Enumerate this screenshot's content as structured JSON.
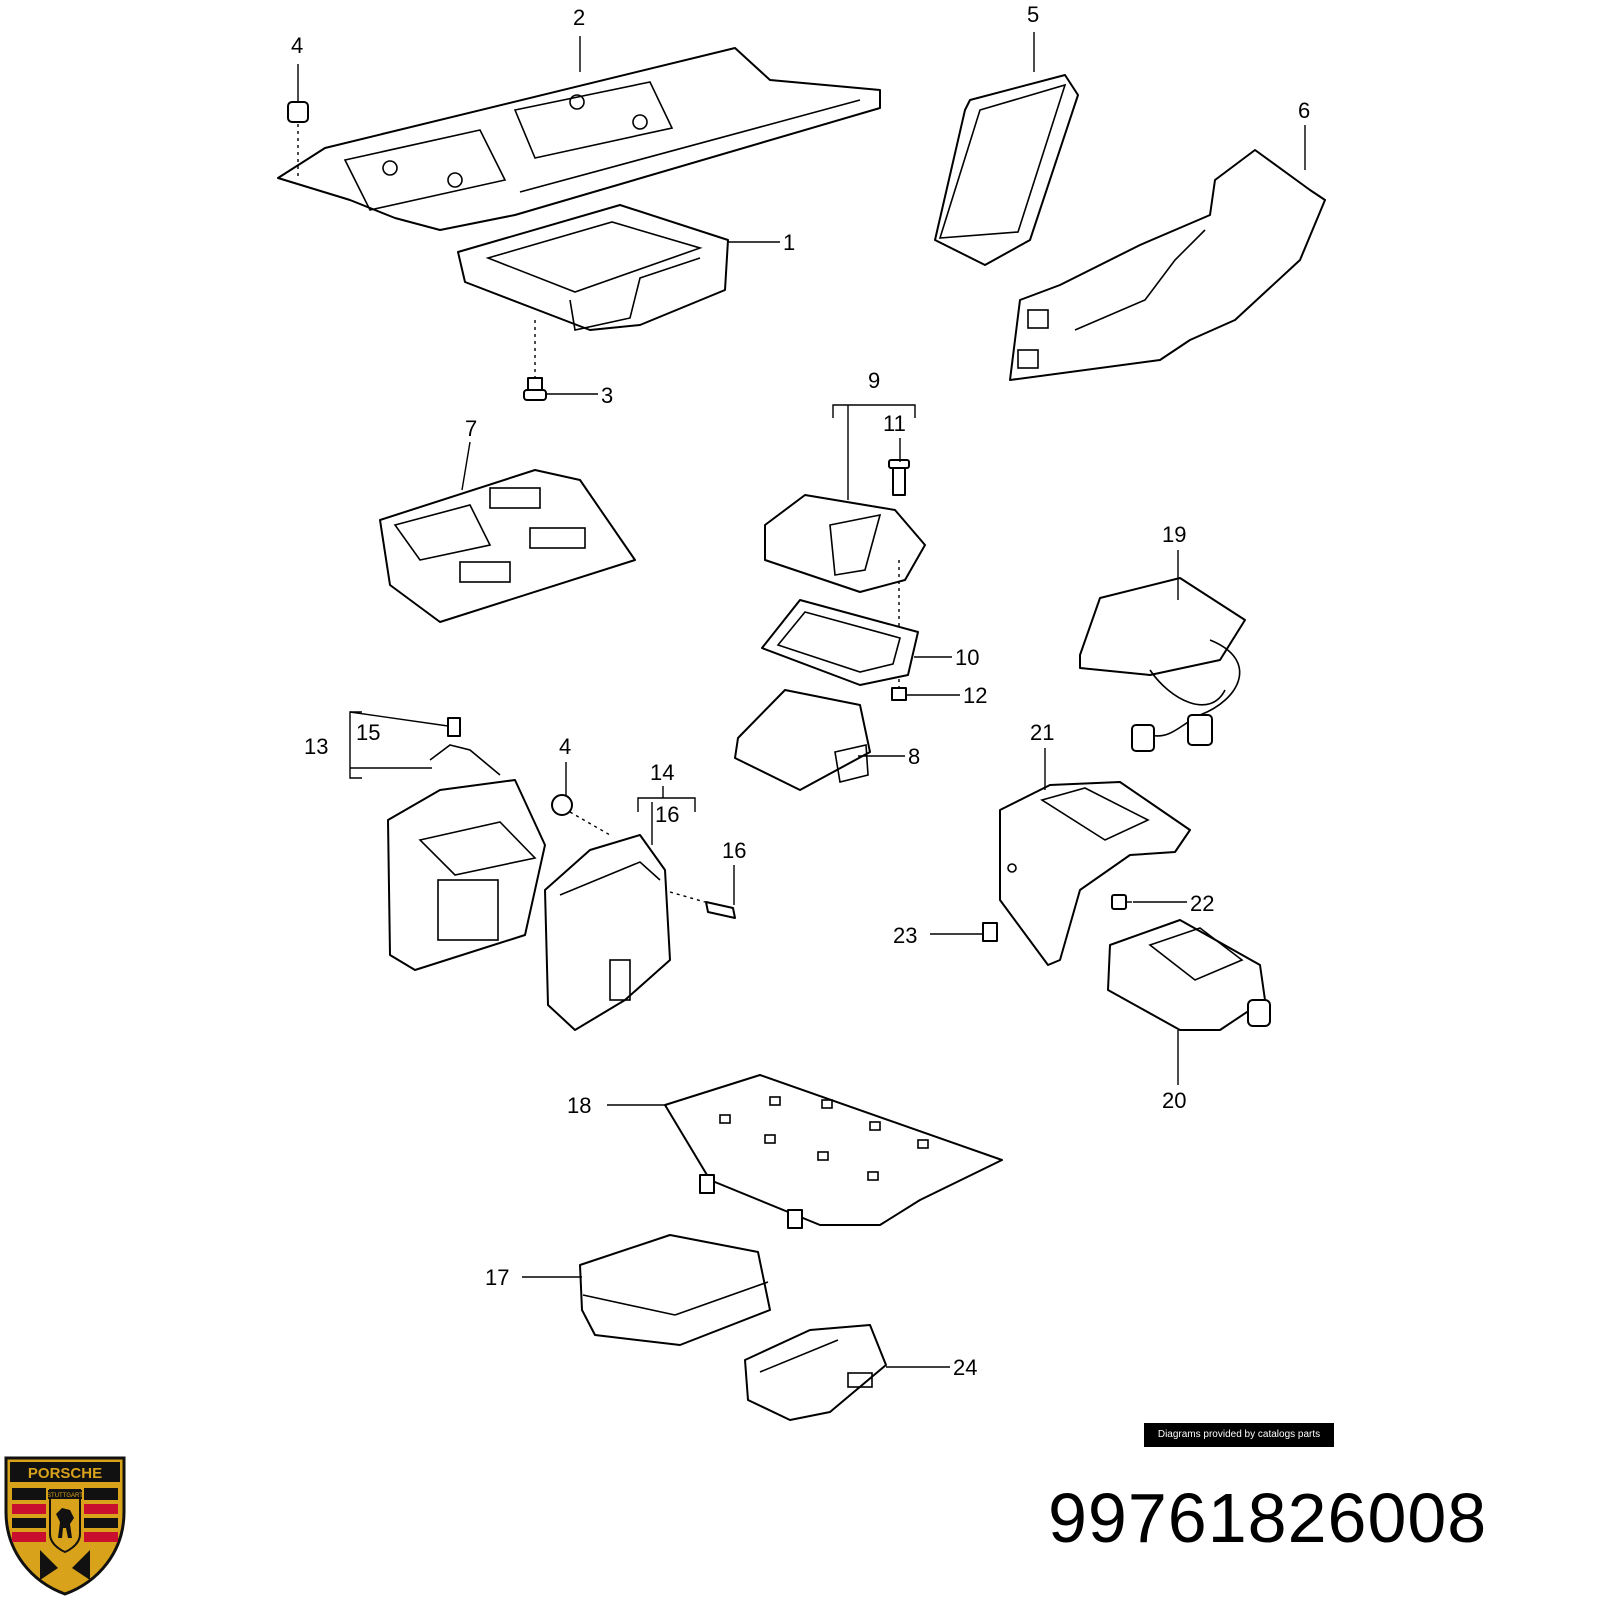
{
  "callouts": [
    {
      "id": "c1",
      "label": "1"
    },
    {
      "id": "c2",
      "label": "2"
    },
    {
      "id": "c3",
      "label": "3"
    },
    {
      "id": "c4a",
      "label": "4"
    },
    {
      "id": "c4b",
      "label": "4"
    },
    {
      "id": "c5",
      "label": "5"
    },
    {
      "id": "c6",
      "label": "6"
    },
    {
      "id": "c7",
      "label": "7"
    },
    {
      "id": "c8",
      "label": "8"
    },
    {
      "id": "c9",
      "label": "9"
    },
    {
      "id": "c10",
      "label": "10"
    },
    {
      "id": "c11",
      "label": "11"
    },
    {
      "id": "c12",
      "label": "12"
    },
    {
      "id": "c13",
      "label": "13"
    },
    {
      "id": "c14",
      "label": "14"
    },
    {
      "id": "c15",
      "label": "15"
    },
    {
      "id": "c16a",
      "label": "16"
    },
    {
      "id": "c16b",
      "label": "16"
    },
    {
      "id": "c17",
      "label": "17"
    },
    {
      "id": "c18",
      "label": "18"
    },
    {
      "id": "c19",
      "label": "19"
    },
    {
      "id": "c20",
      "label": "20"
    },
    {
      "id": "c21",
      "label": "21"
    },
    {
      "id": "c22",
      "label": "22"
    },
    {
      "id": "c23",
      "label": "23"
    },
    {
      "id": "c24",
      "label": "24"
    }
  ],
  "credit": "Diagrams provided by catalogs parts",
  "part_number": "99761826008",
  "logo": {
    "wordmark": "PORSCHE",
    "city": "STUTTGART",
    "colors": {
      "gold": "#d9a21b",
      "red": "#c8102e",
      "black": "#111111"
    }
  }
}
